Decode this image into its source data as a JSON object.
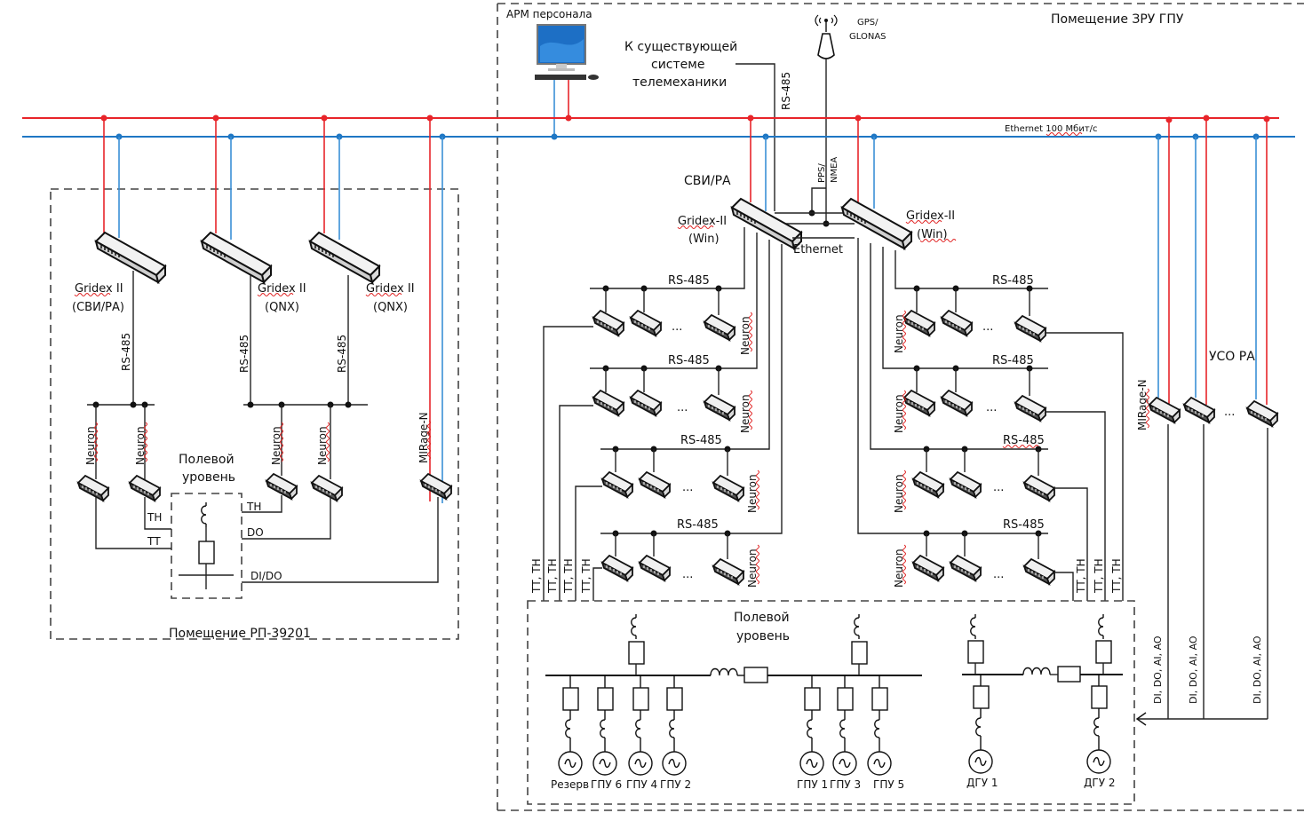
{
  "rooms": {
    "zru": "Помещение ЗРУ ГПУ",
    "rp": "Помещение РП-39201"
  },
  "workstation": {
    "label": "АРМ персонала"
  },
  "telemechanics": {
    "line1": "К существующей",
    "line2": "системе",
    "line3": "телемеханики"
  },
  "gps": {
    "line1": "GPS/",
    "line2": "GLONAS"
  },
  "bus": {
    "ethernet_label": "Ethernet 100 Мбит/с"
  },
  "links": {
    "rs485": "RS-485",
    "pps_line1": "PPS/",
    "pps_line2": "NMEA",
    "ethernet": "Ethernet"
  },
  "rp_room": {
    "gridex": [
      {
        "name": "Gridex II",
        "role": "(СВИ/РА)"
      },
      {
        "name": "Gridex II",
        "role": "(QNX)"
      },
      {
        "name": "Gridex II",
        "role": "(QNX)"
      }
    ],
    "neuron": "Neuron",
    "mirage": "MIRage-N",
    "field": {
      "line1": "Полевой",
      "line2": "уровень"
    },
    "signals": {
      "th": "ТН",
      "tt": "ТТ",
      "do": "DO",
      "dido": "DI/DO"
    }
  },
  "zru_room": {
    "svi_label": "СВИ/РА",
    "gridex_left": {
      "name": "Gridex-II",
      "role": "(Win)"
    },
    "gridex_right": {
      "name": "Gridex-II",
      "role": "(Win)"
    },
    "neuron": "Neuron",
    "ellipsis": "...",
    "tt_th": "ТТ, ТН",
    "uso_label": "УСО РА",
    "mirage": "MIRage-N",
    "dido_aiao": "DI, DO, AI, AO",
    "field": {
      "line1": "Полевой",
      "line2": "уровень"
    },
    "generators_left": [
      "Резерв",
      "ГПУ 6",
      "ГПУ 4",
      "ГПУ 2"
    ],
    "generators_right": [
      "ГПУ 1",
      "ГПУ 3",
      "ГПУ 5"
    ],
    "diesel": [
      "ДГУ 1",
      "ДГУ 2"
    ]
  },
  "colors": {
    "bus_red": "#e8252a",
    "bus_blue": "#1f77c4"
  }
}
